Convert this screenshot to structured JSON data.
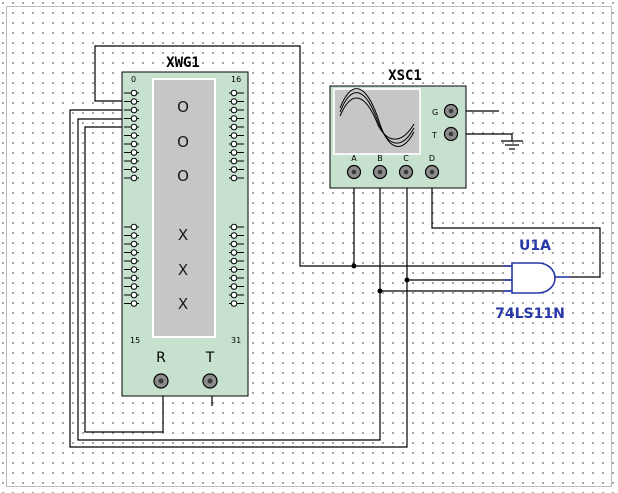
{
  "schematic": {
    "word_generator": {
      "name": "XWG1",
      "pin_first_left": "0",
      "pin_first_right": "16",
      "pin_last_left": "15",
      "pin_last_right": "31",
      "display_symbols": [
        "O",
        "O",
        "O",
        "X",
        "X",
        "X"
      ],
      "terminal_r": "R",
      "terminal_t": "T"
    },
    "oscilloscope": {
      "name": "XSC1",
      "input_labels": [
        "A",
        "B",
        "C",
        "D"
      ],
      "terminal_g": "G",
      "terminal_t": "T"
    },
    "gate": {
      "ref": "U1A",
      "part": "74LS11N"
    }
  },
  "colors": {
    "instrument_fill": "#c6e2cf",
    "display_fill": "#c6c6c6",
    "gate_blue": "#2838a8",
    "wire": "#000000"
  }
}
